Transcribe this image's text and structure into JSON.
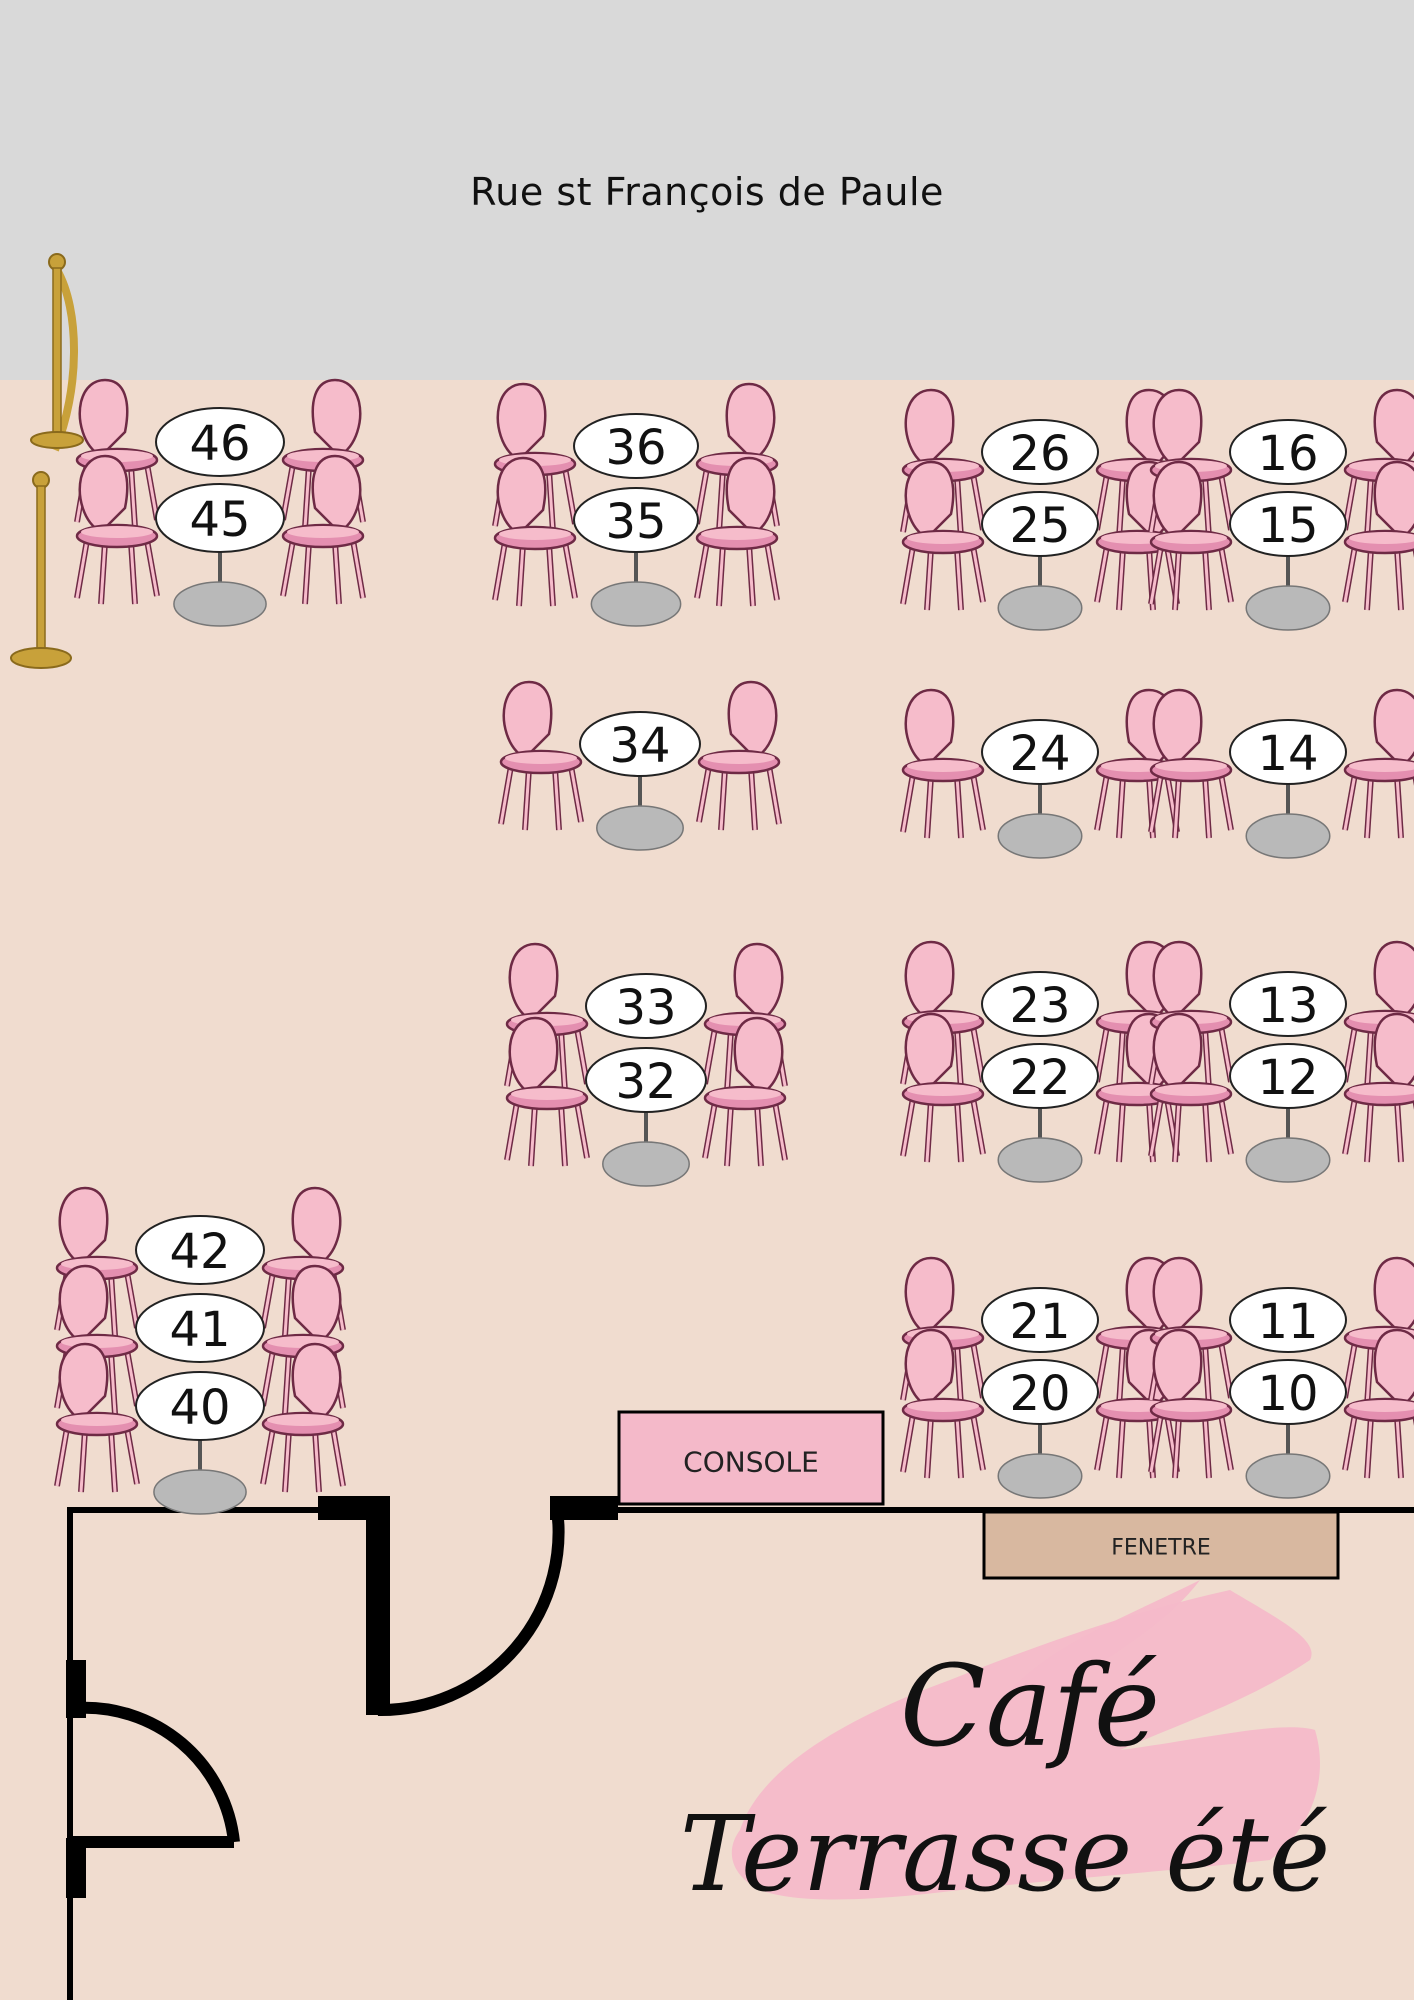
{
  "street": {
    "name": "Rue st François de Paule"
  },
  "clusters": [
    {
      "tables": [
        "46",
        "45"
      ]
    },
    {
      "tables": [
        "36",
        "35"
      ]
    },
    {
      "tables": [
        "26",
        "25"
      ]
    },
    {
      "tables": [
        "16",
        "15"
      ]
    },
    {
      "tables": [
        "34"
      ]
    },
    {
      "tables": [
        "24"
      ]
    },
    {
      "tables": [
        "14"
      ]
    },
    {
      "tables": [
        "33",
        "32"
      ]
    },
    {
      "tables": [
        "23",
        "22"
      ]
    },
    {
      "tables": [
        "13",
        "12"
      ]
    },
    {
      "tables": [
        "42",
        "41",
        "40"
      ]
    },
    {
      "tables": [
        "21",
        "20"
      ]
    },
    {
      "tables": [
        "11",
        "10"
      ]
    }
  ],
  "console": {
    "label": "CONSOLE"
  },
  "window": {
    "label": "FENETRE"
  },
  "title": {
    "line1": "Café",
    "line2": "Terrasse été"
  },
  "colors": {
    "floor": "#f0dccf",
    "street": "#d9d9d9",
    "chair": "#f6bccb",
    "chair_stroke": "#6e2a45",
    "seat": "#e48fb0",
    "table_top": "#ffffff",
    "table_base": "#b9b9b9",
    "console_fill": "#f4b9c9",
    "window_fill": "#d8b8a0",
    "brush": "#f4b9c9",
    "stanchion": "#c8a13a",
    "wall": "#000000"
  }
}
